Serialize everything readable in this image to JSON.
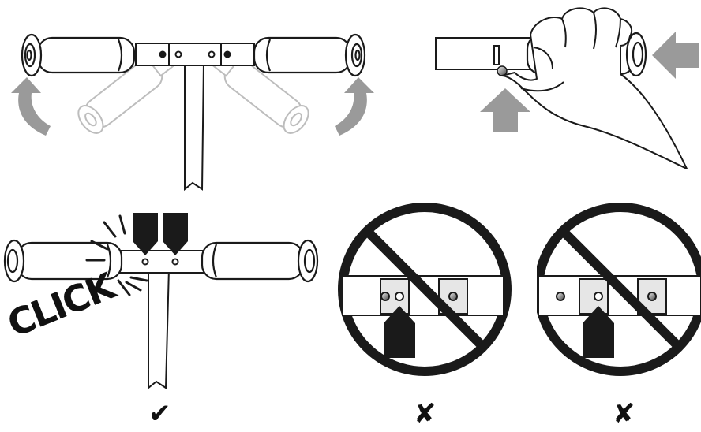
{
  "panels": {
    "fold_out": {
      "arrows": [
        "rotate-up-left",
        "rotate-up-right"
      ]
    },
    "press_button": {
      "arrows": [
        "push-left",
        "push-up"
      ]
    },
    "locked_correct": {
      "sound_effect": "CLICK",
      "verdict": "✔"
    },
    "locked_wrong_left": {
      "verdict": "✘"
    },
    "locked_wrong_right": {
      "verdict": "✘"
    }
  },
  "colors": {
    "ink": "#1a1a1a",
    "arrow_gray": "#9a9a9a",
    "ghost_gray": "#bdbdbd",
    "plate_gray": "#e6e6e6"
  }
}
